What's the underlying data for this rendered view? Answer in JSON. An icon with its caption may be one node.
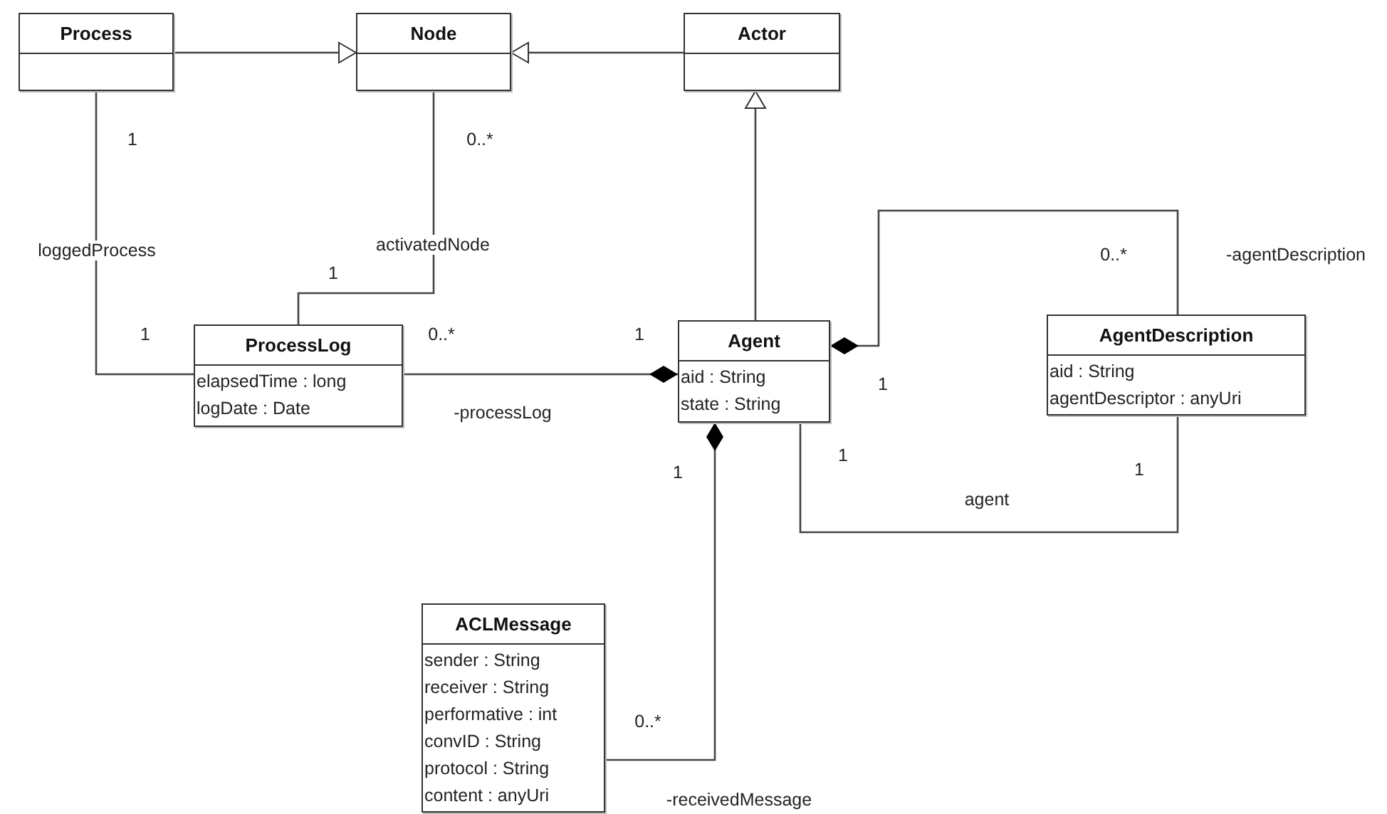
{
  "diagram": {
    "nodes": [
      {
        "text": [
          "Process"
        ]
      },
      {
        "text": [
          "Node"
        ]
      },
      {
        "text": [
          "Actor"
        ]
      },
      {
        "text": [
          "ProcessLog",
          "elapsedTime : long",
          "logDate : Date"
        ]
      },
      {
        "text": [
          "Agent",
          "aid : String",
          "state : String"
        ]
      },
      {
        "text": [
          "AgentDescription",
          "aid : String",
          "agentDescriptor : anyUri"
        ]
      },
      {
        "text": [
          "ACLMessage",
          "sender : String",
          "receiver : String",
          "performative : int",
          "convID : String",
          "protocol : String",
          "content : anyUri"
        ]
      }
    ],
    "edges": [
      {
        "from": 0,
        "to": 1,
        "arrow": "to"
      },
      {
        "from": 2,
        "to": 1,
        "arrow": "to"
      },
      {
        "from": 4,
        "to": 2,
        "arrow": "to"
      },
      {
        "from": 0,
        "to": 3,
        "arrow": "none",
        "label": "loggedProcess"
      },
      {
        "from": 1,
        "to": 3,
        "arrow": "none",
        "label": "activatedNode"
      },
      {
        "from": 4,
        "to": 3,
        "arrow": "other",
        "label": "-processLog"
      },
      {
        "from": 4,
        "to": 5,
        "arrow": "other",
        "label": "-agentDescription"
      },
      {
        "from": 4,
        "to": 5,
        "arrow": "none",
        "label": "agent"
      },
      {
        "from": 4,
        "to": 6,
        "arrow": "other",
        "label": "-receivedMessage"
      }
    ],
    "labels": [
      "1",
      "0..*",
      "0..*",
      "1",
      "1",
      "0..*",
      "1",
      "1",
      "1",
      "1",
      "1",
      "0..*"
    ]
  }
}
